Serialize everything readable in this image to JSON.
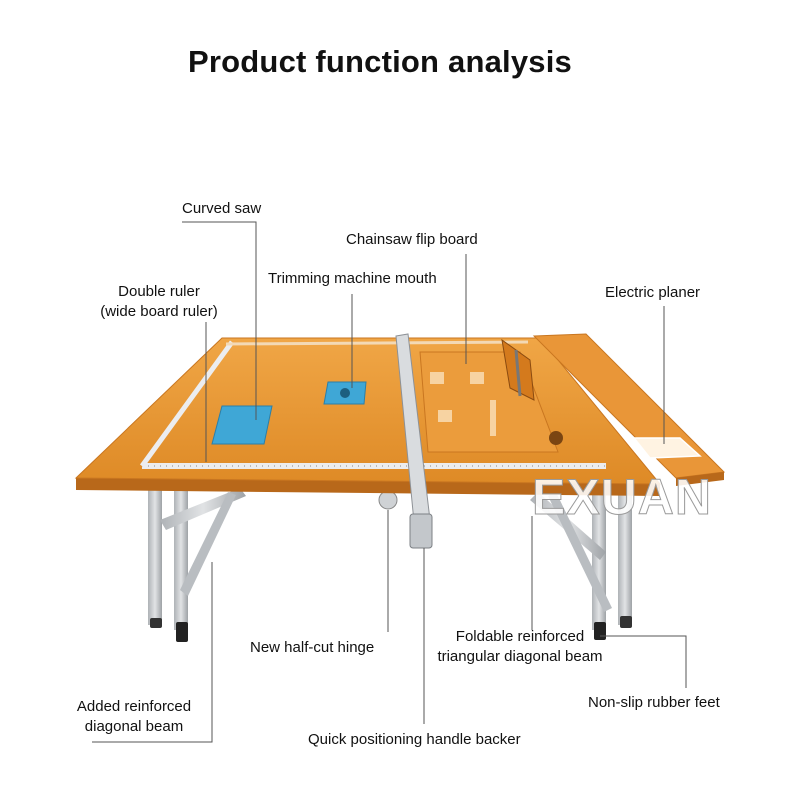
{
  "title": "Product function analysis",
  "watermark": "EXUAN",
  "labels": {
    "curved_saw": "Curved saw",
    "chainsaw_flip_board": "Chainsaw flip board",
    "trimming_machine_mouth": "Trimming machine mouth",
    "double_ruler_line1": "Double ruler",
    "double_ruler_line2": "(wide board ruler)",
    "electric_planer": "Electric planer",
    "new_half_cut_hinge": "New half-cut hinge",
    "foldable_beam_line1": "Foldable reinforced",
    "foldable_beam_line2": "triangular diagonal beam",
    "added_beam_line1": "Added reinforced",
    "added_beam_line2": "diagonal beam",
    "non_slip_feet": "Non-slip rubber feet",
    "quick_handle": "Quick positioning handle backer"
  },
  "colors": {
    "tabletop": "#e8952e",
    "tabletop_edge": "#b8681a",
    "leg_metal": "#c9cccf",
    "plate_blue": "#3fa7d6",
    "leader_line": "#555555"
  }
}
